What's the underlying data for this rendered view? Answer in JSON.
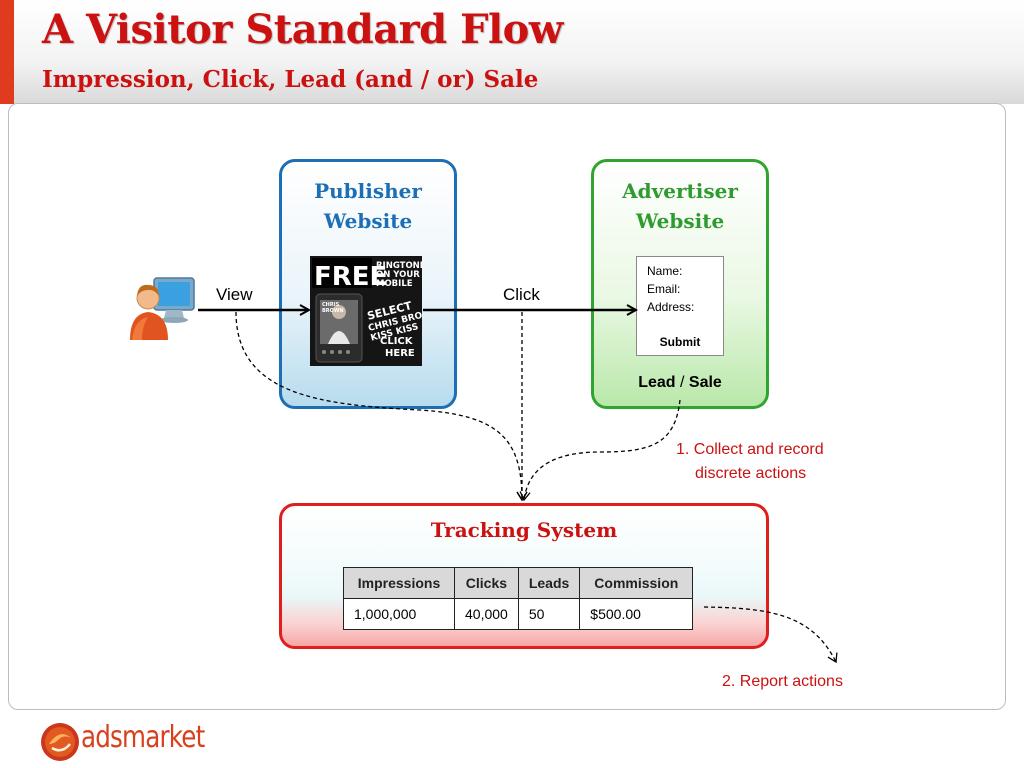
{
  "header": {
    "title": "A Visitor Standard Flow",
    "subtitle": "Impression, Click, Lead (and / or) Sale"
  },
  "publisher": {
    "title": "Publisher\nWebsite",
    "ad_banner": {
      "headline": "FREE",
      "tag_lines": [
        "RINGTONE",
        "ON YOUR",
        "MOBILE"
      ],
      "promo_lines": [
        "SELECT",
        "CHRIS BRO",
        "KISS KISS"
      ],
      "cta_lines": [
        "CLICK",
        "HERE"
      ],
      "artist_lines": [
        "CHRIS",
        "BROWN"
      ]
    }
  },
  "advertiser": {
    "title": "Advertiser\nWebsite",
    "form": {
      "name_label": "Name:",
      "email_label": "Email:",
      "address_label": "Address:",
      "submit_label": "Submit"
    },
    "lead_label": "Lead",
    "separator": "/",
    "sale_label": "Sale"
  },
  "flow": {
    "view_label": "View",
    "click_label": "Click"
  },
  "tracking": {
    "title": "Tracking System",
    "columns": [
      "Impressions",
      "Clicks",
      "Leads",
      "Commission"
    ],
    "row": [
      "1,000,000",
      "40,000",
      "50",
      "$500.00"
    ]
  },
  "notes": {
    "collect_line1": "1. Collect and record",
    "collect_line2": "discrete actions",
    "report": "2. Report actions"
  },
  "footer": {
    "logo_text": "adsmarket"
  },
  "icons": {
    "user": "user-at-computer-icon",
    "logo": "adsmarket-logo-icon"
  },
  "colors": {
    "title_red": "#cc1111",
    "publisher_blue": "#1c6fb4",
    "advertiser_green": "#2fa52f",
    "tracking_red": "#e01e1e",
    "logo_orange": "#d9411c"
  }
}
